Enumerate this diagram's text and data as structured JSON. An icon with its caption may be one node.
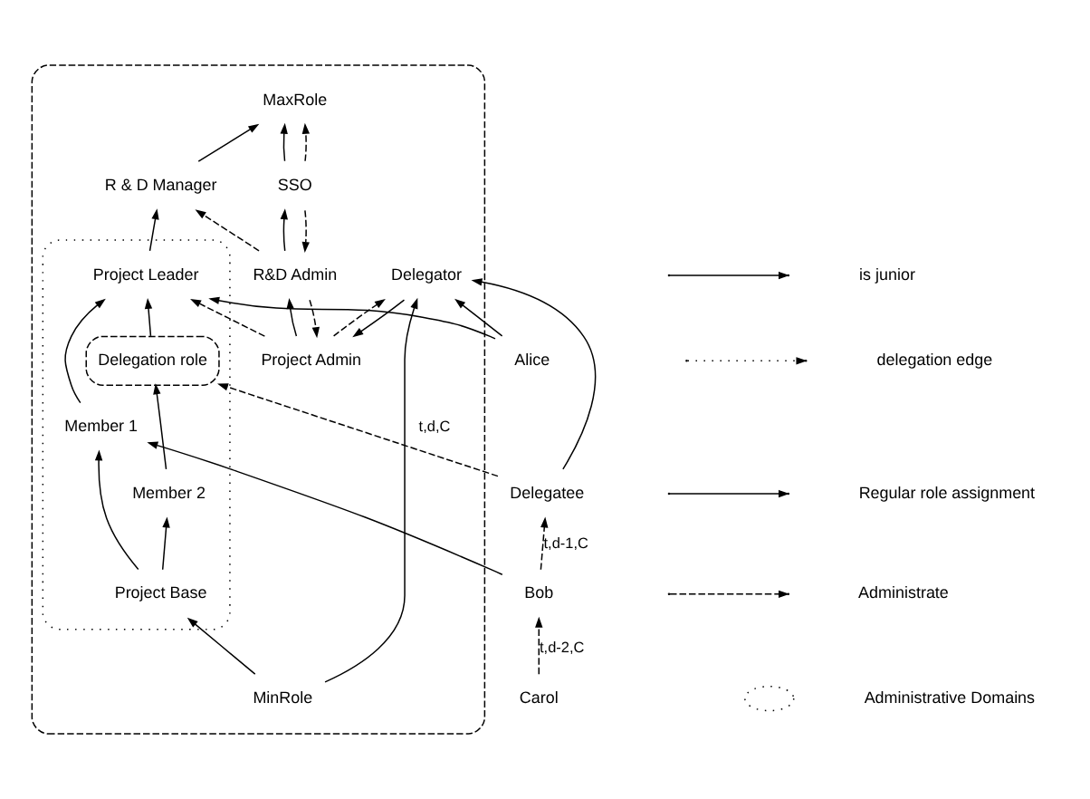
{
  "diagram": {
    "nodes": [
      {
        "text": [],
        "shape": "ellipse"
      },
      {
        "text": [
          "MaxRole"
        ],
        "in": 0
      },
      {
        "text": [
          "R & D Manager"
        ],
        "in": 0
      },
      {
        "text": [
          "SSO"
        ],
        "in": 0
      },
      {
        "text": [],
        "shape": "ellipse",
        "in": 0
      },
      {
        "text": [
          "Project Leader"
        ],
        "in": 4
      },
      {
        "text": [
          "Delegation role"
        ],
        "in": 4
      },
      {
        "text": [
          "R&D Admin"
        ],
        "in": 0
      },
      {
        "text": [
          "Member 1"
        ],
        "in": 4
      },
      {
        "text": [
          "Member 2"
        ],
        "in": 4
      },
      {
        "text": [
          "Project Admin"
        ],
        "in": 0
      },
      {
        "text": [
          "Project Base"
        ],
        "in": 4
      },
      {
        "text": [
          "Delegator"
        ],
        "in": 0
      },
      {
        "text": [
          "MinRole"
        ],
        "in": 0
      },
      {
        "text": [
          "Carol"
        ]
      },
      {
        "text": [
          "Alice"
        ]
      },
      {
        "text": [
          "Bob"
        ]
      },
      {
        "text": [
          "Delegatee"
        ]
      }
    ],
    "edges": [
      {
        "from": 2,
        "to": 1,
        "arrow": "to"
      },
      {
        "from": 3,
        "to": 1,
        "arrow": "to"
      },
      {
        "from": 5,
        "to": 2,
        "arrow": "to"
      },
      {
        "from": 7,
        "to": 3,
        "arrow": "to"
      },
      {
        "from": 10,
        "to": 7,
        "arrow": "to"
      },
      {
        "from": 12,
        "to": 10,
        "arrow": "to"
      },
      {
        "from": 6,
        "to": 5,
        "arrow": "to"
      },
      {
        "from": 9,
        "to": 6,
        "arrow": "to"
      },
      {
        "from": 8,
        "to": 5,
        "arrow": "to"
      },
      {
        "from": 11,
        "to": 8,
        "arrow": "to"
      },
      {
        "from": 11,
        "to": 9,
        "arrow": "to"
      },
      {
        "from": 13,
        "to": 11,
        "arrow": "to"
      },
      {
        "from": 13,
        "to": 12,
        "arrow": "to"
      },
      {
        "from": 3,
        "to": 1,
        "arrow": "to",
        "style": "dashed"
      },
      {
        "from": 7,
        "to": 2,
        "arrow": "to",
        "style": "dashed"
      },
      {
        "from": 10,
        "to": 5,
        "arrow": "to",
        "style": "dashed"
      },
      {
        "from": 3,
        "to": 7,
        "arrow": "to",
        "style": "dashed"
      },
      {
        "from": 7,
        "to": 10,
        "arrow": "to",
        "style": "dashed"
      },
      {
        "from": 10,
        "to": 12,
        "arrow": "to",
        "style": "dashed"
      },
      {
        "from": 14,
        "to": 16,
        "arrow": "to",
        "label": "t,d-2,C",
        "style": "dashed"
      },
      {
        "from": 16,
        "to": 17,
        "arrow": "to",
        "label": "t,d-1,C",
        "style": "dashed"
      },
      {
        "from": 17,
        "to": 6,
        "arrow": "to",
        "label": "t,d,C",
        "style": "dashed"
      },
      {
        "from": 15,
        "to": 5,
        "arrow": "to"
      },
      {
        "from": 15,
        "to": 12,
        "arrow": "to"
      },
      {
        "from": 16,
        "to": 8,
        "arrow": "to"
      },
      {
        "from": 17,
        "to": 12,
        "arrow": "to"
      }
    ],
    "legend": [
      {
        "text": "is junior"
      },
      {
        "text": "delegation edge"
      },
      {
        "text": "Regular role assignment"
      },
      {
        "text": "Administrate"
      },
      {
        "text": "Administrative Domains"
      }
    ]
  }
}
